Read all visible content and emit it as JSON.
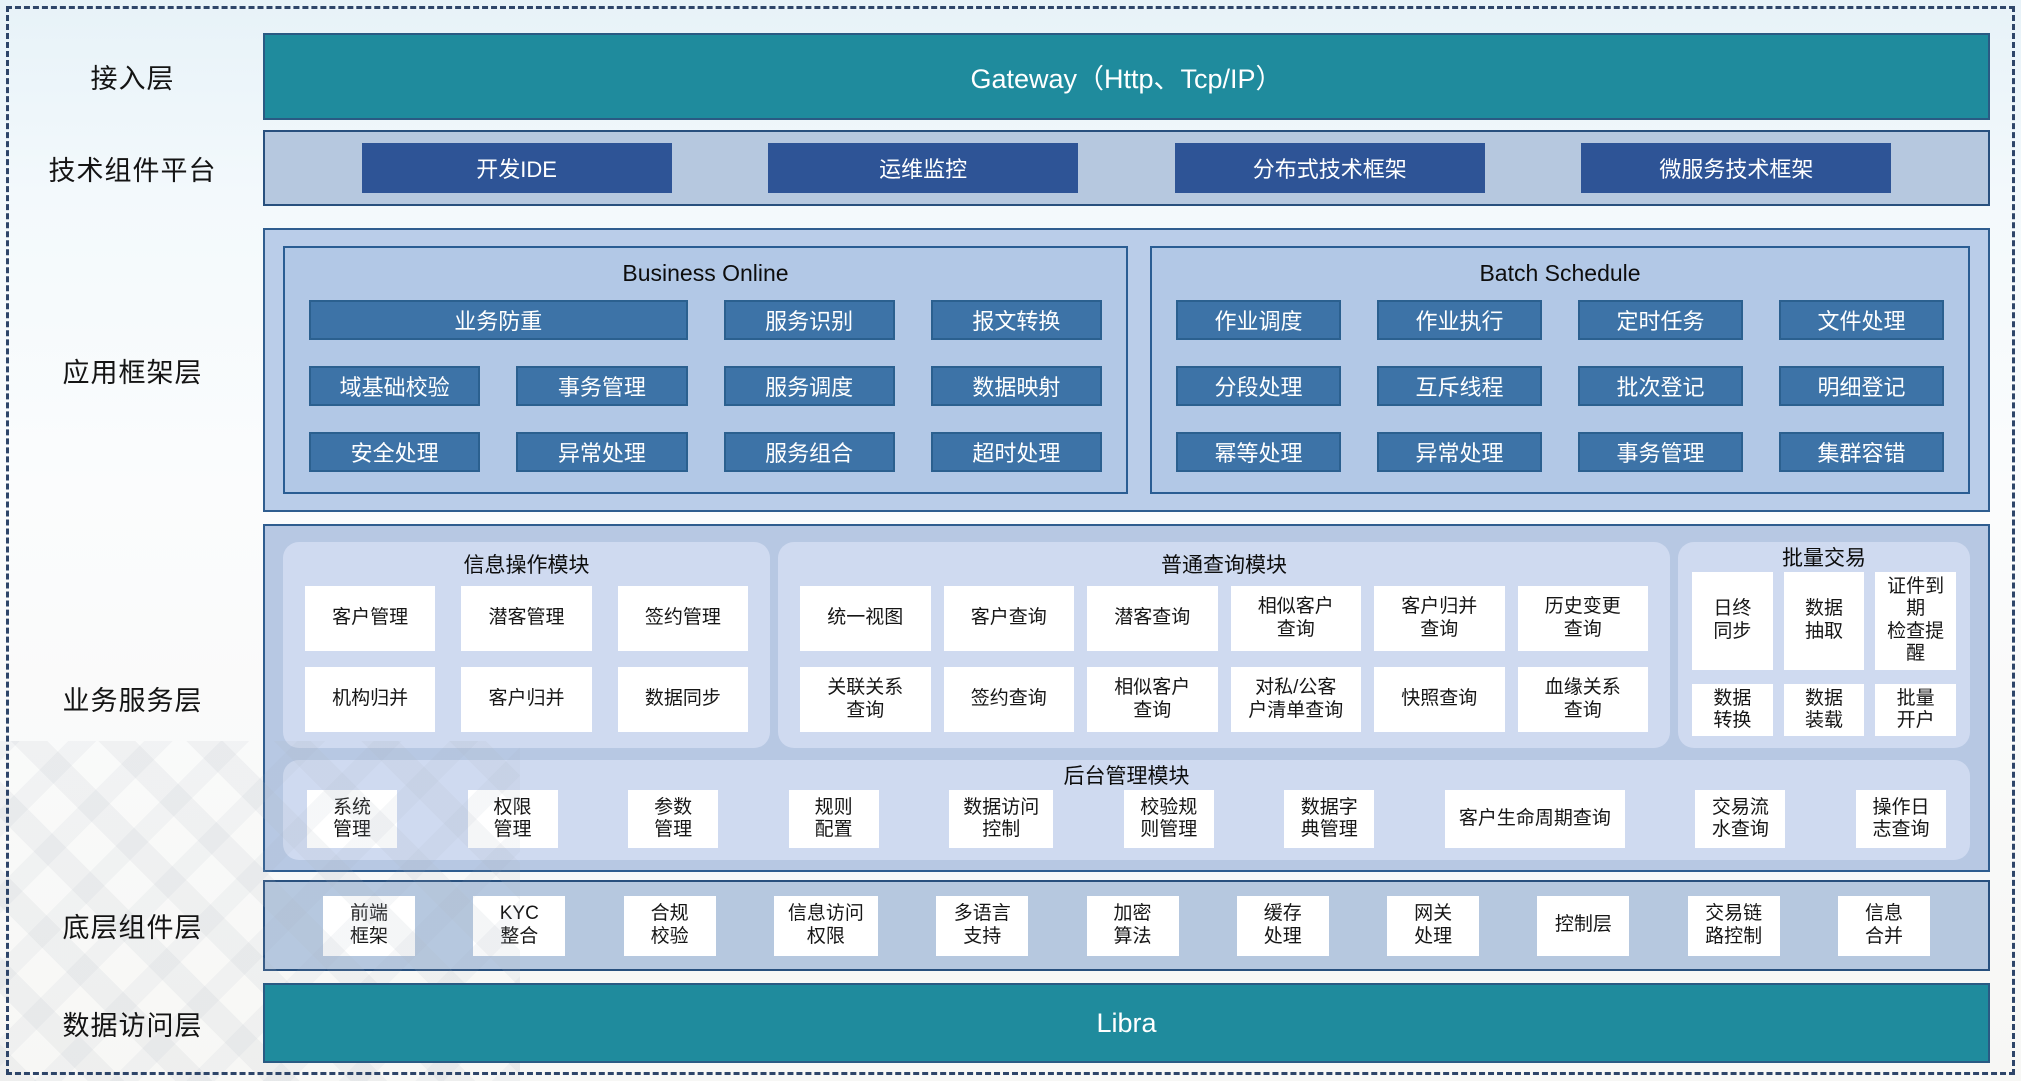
{
  "colors": {
    "teal": "#1F8B9D",
    "teal_border": "#2A5A83",
    "navy_button": "#2E5496",
    "framework_button": "#3D73A7",
    "layer_background": "#BACDE9",
    "module_background": "#CFDAF0"
  },
  "layers": {
    "access": {
      "label": "接入层",
      "bar": "Gateway（Http、Tcp/IP）"
    },
    "tech_platform": {
      "label": "技术组件平台",
      "buttons": [
        "开发IDE",
        "运维监控",
        "分布式技术框架",
        "微服务技术框架"
      ]
    },
    "app_framework": {
      "label": "应用框架层",
      "panels": [
        {
          "title": "Business Online",
          "rows": [
            [
              {
                "label": "业务防重",
                "span": 2
              },
              {
                "label": "服务识别"
              },
              {
                "label": "报文转换"
              }
            ],
            [
              {
                "label": "域基础校验"
              },
              {
                "label": "事务管理"
              },
              {
                "label": "服务调度"
              },
              {
                "label": "数据映射"
              }
            ],
            [
              {
                "label": "安全处理"
              },
              {
                "label": "异常处理"
              },
              {
                "label": "服务组合"
              },
              {
                "label": "超时处理"
              }
            ]
          ]
        },
        {
          "title": "Batch Schedule",
          "rows": [
            [
              {
                "label": "作业调度"
              },
              {
                "label": "作业执行"
              },
              {
                "label": "定时任务"
              },
              {
                "label": "文件处理"
              }
            ],
            [
              {
                "label": "分段处理"
              },
              {
                "label": "互斥线程"
              },
              {
                "label": "批次登记"
              },
              {
                "label": "明细登记"
              }
            ],
            [
              {
                "label": "幂等处理"
              },
              {
                "label": "异常处理"
              },
              {
                "label": "事务管理"
              },
              {
                "label": "集群容错"
              }
            ]
          ]
        }
      ]
    },
    "business_service": {
      "label": "业务服务层",
      "modules": [
        {
          "title": "信息操作模块",
          "items": [
            "客户管理",
            "潜客管理",
            "签约管理",
            "机构归并",
            "客户归并",
            "数据同步"
          ]
        },
        {
          "title": "普通查询模块",
          "items": [
            "统一视图",
            "客户查询",
            "潜客查询",
            "相似客户\n查询",
            "客户归并\n查询",
            "历史变更\n查询",
            "关联关系\n查询",
            "签约查询",
            "相似客户\n查询",
            "对私/公客\n户清单查询",
            "快照查询",
            "血缘关系\n查询"
          ]
        },
        {
          "title": "批量交易",
          "items": [
            "日终\n同步",
            "数据\n抽取",
            "证件到期\n检查提醒",
            "数据\n转换",
            "数据\n装载",
            "批量\n开户"
          ]
        },
        {
          "title": "后台管理模块",
          "items": [
            "系统\n管理",
            "权限\n管理",
            "参数\n管理",
            "规则\n配置",
            "数据访问\n控制",
            "校验规\n则管理",
            "数据字\n典管理",
            "客户生命周期查询",
            "交易流\n水查询",
            "操作日\n志查询"
          ]
        }
      ]
    },
    "base_components": {
      "label": "底层组件层",
      "items": [
        "前端\n框架",
        "KYC\n整合",
        "合规\n校验",
        "信息访问\n权限",
        "多语言\n支持",
        "加密\n算法",
        "缓存\n处理",
        "网关\n处理",
        "控制层",
        "交易链\n路控制",
        "信息\n合并"
      ]
    },
    "data_access": {
      "label": "数据访问层",
      "bar": "Libra"
    }
  }
}
